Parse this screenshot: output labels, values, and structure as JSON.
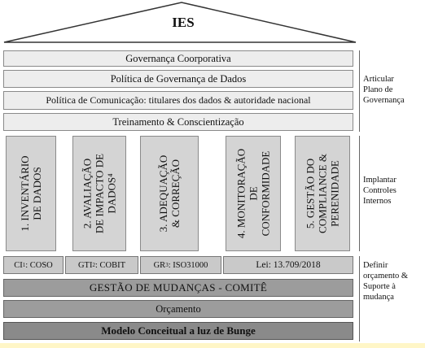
{
  "roof": {
    "title": "IES"
  },
  "layers": [
    "Governança Coorporativa",
    "Política de Governança de Dados",
    "Política de Comunicação: titulares dos dados & autoridade nacional",
    "Treinamento & Conscientização"
  ],
  "pillars": [
    {
      "line1": "1. INVENTÁRIO",
      "line2": "DE DADOS",
      "line3": ""
    },
    {
      "line1": "2. AVALIAÇÃO",
      "line2": "DE IMPACTO DE",
      "line3": "DADOS⁴"
    },
    {
      "line1": "3. ADEQUAÇÃO",
      "line2": "& CORREÇÃO",
      "line3": ""
    },
    {
      "line1": "4. MONITORAÇÃO",
      "line2": "DE",
      "line3": "CONFORMIDADE"
    },
    {
      "line1": "5. GESTÃO DO",
      "line2": "COMPLIANCE &",
      "line3": "PERENIDADE"
    }
  ],
  "base": {
    "ci": "CI",
    "ci_sup": "1",
    "ci_rest": ": COSO",
    "gti": "GTI",
    "gti_sup": "2",
    "gti_rest": ": COBIT",
    "gr": "GR",
    "gr_sup": "3",
    "gr_rest": ": ISO31000",
    "lei": "Lei: 13.709/2018",
    "gestao": "GESTÃO DE MUDANÇAS - COMITÊ",
    "orcamento": "Orçamento",
    "modelo": "Modelo Conceitual a luz de Bunge"
  },
  "side_labels": {
    "top": [
      "Articular",
      "Plano de",
      "Governança"
    ],
    "middle": [
      "Implantar",
      "Controles",
      "Internos"
    ],
    "bottom": [
      "Definir",
      "orçamento &",
      "Suporte à",
      "mudança"
    ]
  }
}
